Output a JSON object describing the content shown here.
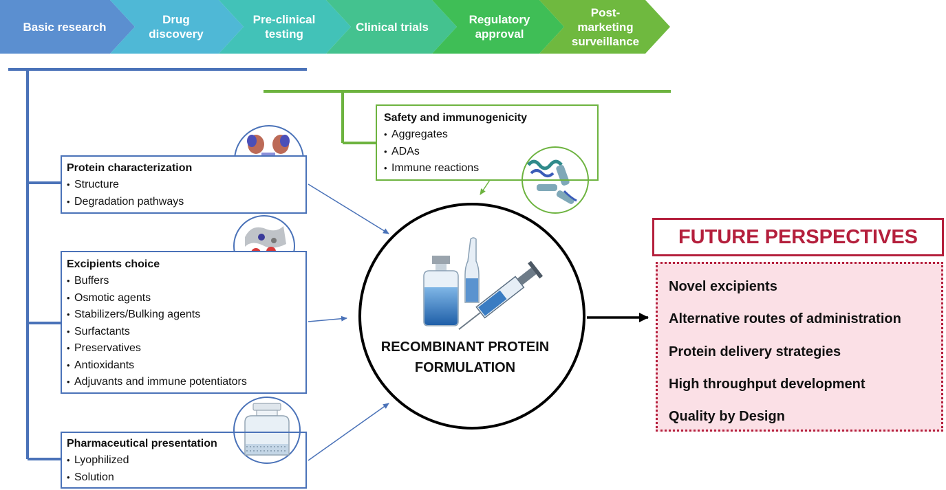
{
  "pipeline": {
    "stages": [
      {
        "label": "Basic research",
        "color": "#5b8fd0"
      },
      {
        "label": "Drug discovery",
        "color": "#4fb8d6"
      },
      {
        "label": "Pre-clinical testing",
        "color": "#42c2b8"
      },
      {
        "label": "Clinical trials",
        "color": "#44c28f"
      },
      {
        "label": "Regulatory approval",
        "color": "#3fbe56"
      },
      {
        "label": "Post-marketing surveillance",
        "color": "#6fb93f"
      }
    ]
  },
  "colors": {
    "blue_line": "#4a72b8",
    "green_line": "#6db33f",
    "future_red": "#b41f3c",
    "future_bg": "#fbe0e6"
  },
  "safety": {
    "title": "Safety and immunogenicity",
    "items": [
      "Aggregates",
      "ADAs",
      "Immune reactions"
    ]
  },
  "protein_characterization": {
    "title": "Protein characterization",
    "items": [
      "Structure",
      "Degradation pathways"
    ]
  },
  "excipients": {
    "title": "Excipients choice",
    "items": [
      "Buffers",
      "Osmotic agents",
      "Stabilizers/Bulking agents",
      "Surfactants",
      "Preservatives",
      "Antioxidants",
      "Adjuvants and immune potentiators"
    ]
  },
  "presentation": {
    "title": "Pharmaceutical presentation",
    "items": [
      "Lyophilized",
      "Solution"
    ]
  },
  "center": {
    "line1": "RECOMBINANT PROTEIN",
    "line2": "FORMULATION"
  },
  "future": {
    "title": "FUTURE PERSPECTIVES",
    "items": [
      "Novel excipients",
      "Alternative routes of administration",
      "Protein delivery strategies",
      "High throughput development",
      "Quality by Design"
    ]
  },
  "icons": [
    "antibody-structure-icon",
    "excipient-molecule-icon",
    "glass-vial-icon",
    "protein-ribbon-icon",
    "vial-and-syringe-icon"
  ]
}
